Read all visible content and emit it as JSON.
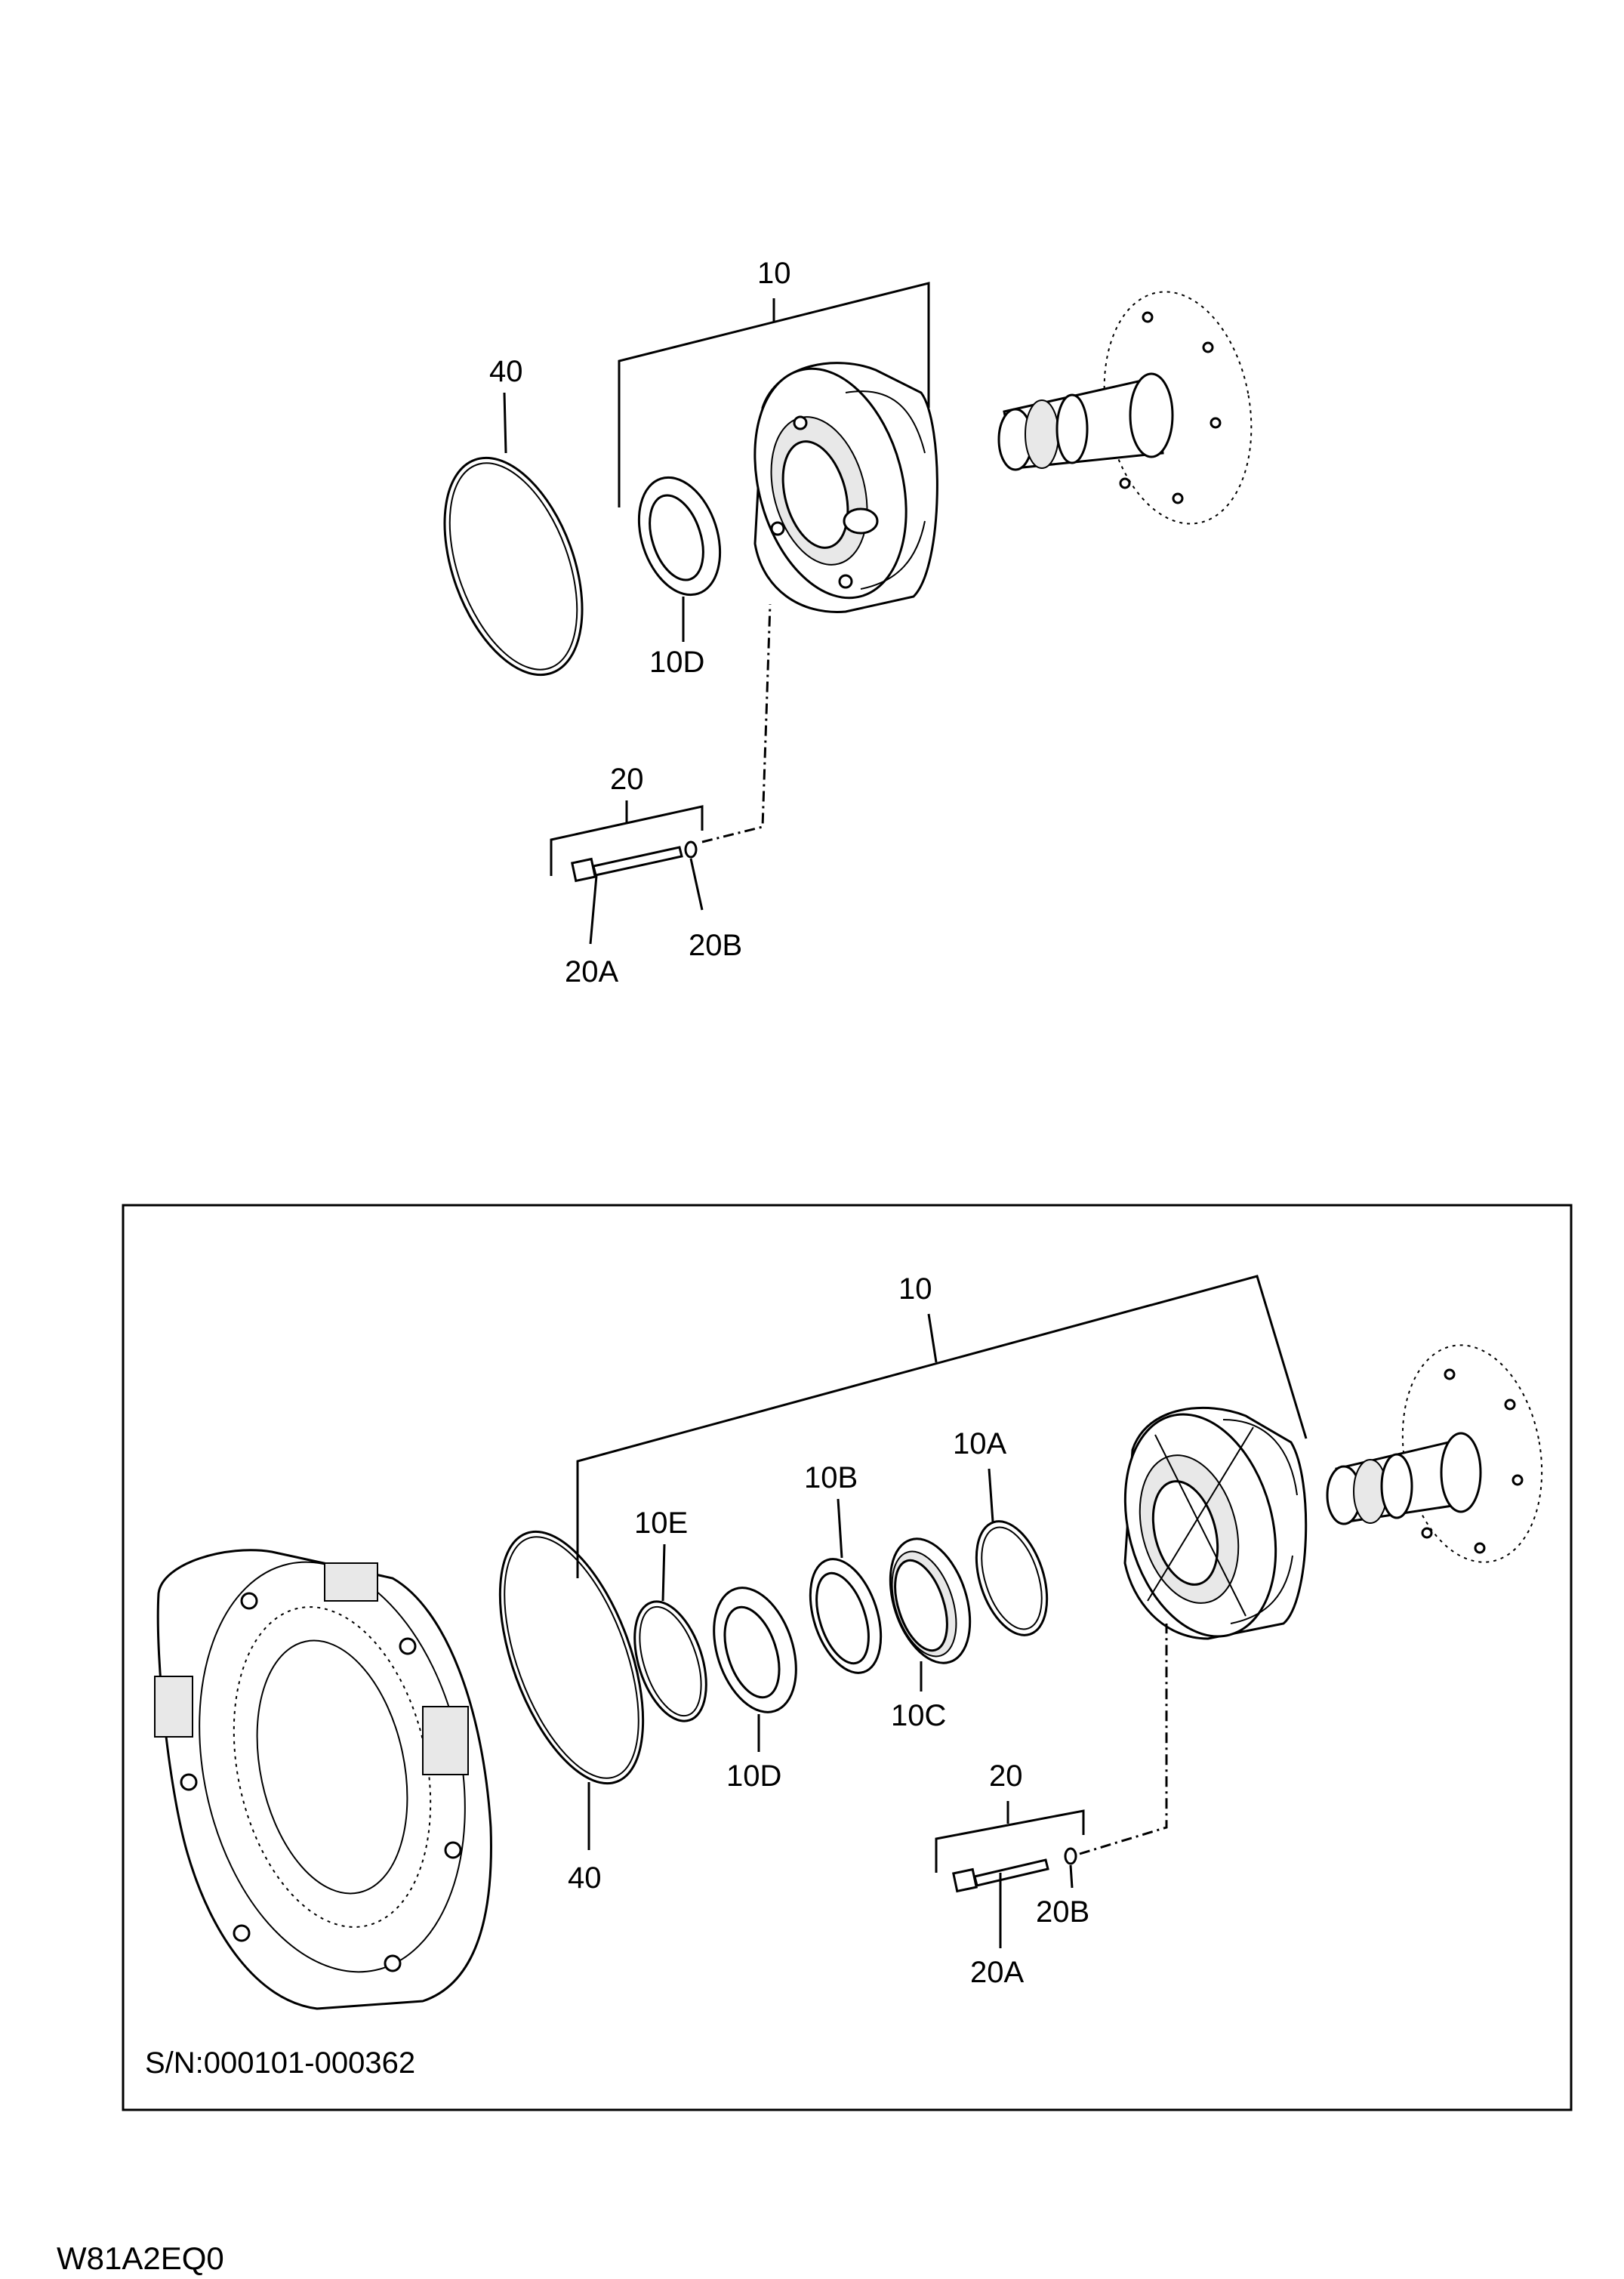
{
  "top_view": {
    "labels": {
      "p10": "10",
      "p40": "40",
      "p10D": "10D",
      "p20": "20",
      "p20A": "20A",
      "p20B": "20B"
    }
  },
  "bottom_view": {
    "labels": {
      "p10": "10",
      "p10A": "10A",
      "p10B": "10B",
      "p10C": "10C",
      "p10D": "10D",
      "p10E": "10E",
      "p40": "40",
      "p20": "20",
      "p20A": "20A",
      "p20B": "20B"
    },
    "serial_range": "S/N:000101-000362"
  },
  "drawing_code": "W81A2EQ0"
}
